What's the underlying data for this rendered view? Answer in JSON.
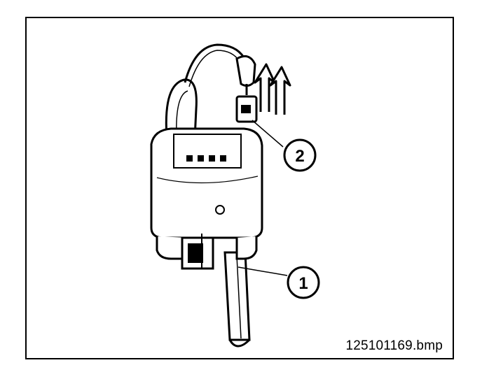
{
  "callouts": [
    {
      "label": "1"
    },
    {
      "label": "2"
    }
  ],
  "filename": "125101169.bmp",
  "colors": {
    "stroke": "#000000",
    "background": "#ffffff",
    "shade": "#d9d9d9"
  },
  "icons": [
    "pull-direction-arrows-icon"
  ]
}
